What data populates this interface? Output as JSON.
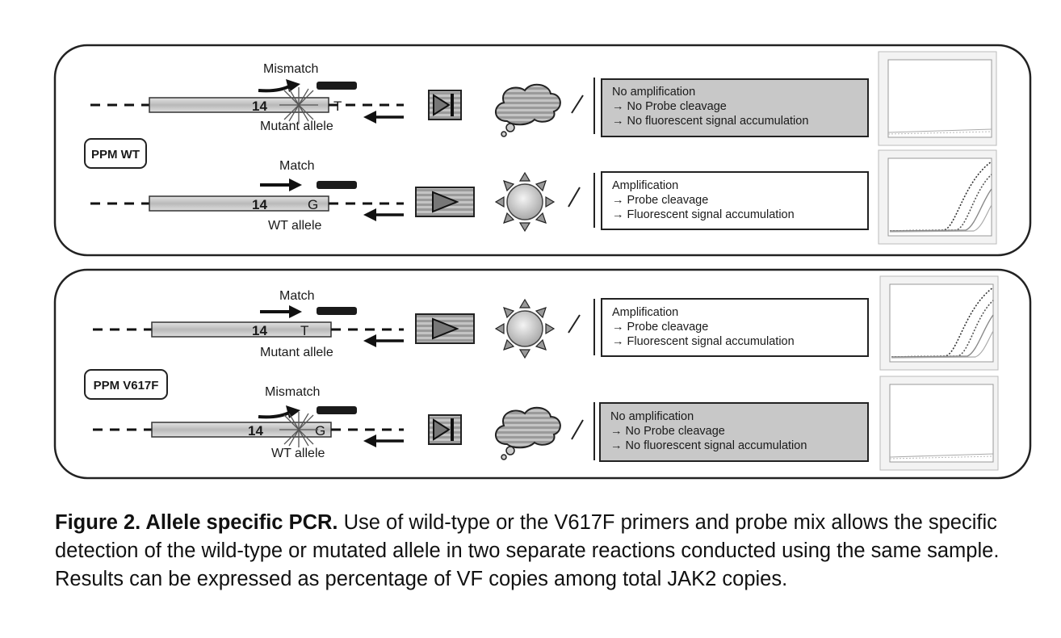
{
  "panels": [
    {
      "tag": "PPM WT",
      "rows": [
        {
          "primer_label": "Mismatch",
          "exon": "14",
          "base": "T",
          "allele_label": "Mutant allele",
          "result": [
            "No amplification",
            "→ No Probe cleavage",
            "→ No fluorescent signal accumulation"
          ],
          "amplified": false
        },
        {
          "primer_label": "Match",
          "exon": "14",
          "base": "G",
          "allele_label": "WT allele",
          "result": [
            "Amplification",
            "→ Probe cleavage",
            "→ Fluorescent signal accumulation"
          ],
          "amplified": true
        }
      ]
    },
    {
      "tag": "PPM V617F",
      "rows": [
        {
          "primer_label": "Match",
          "exon": "14",
          "base": "T",
          "allele_label": "Mutant allele",
          "result": [
            "Amplification",
            "→ Probe cleavage",
            "→ Fluorescent signal accumulation"
          ],
          "amplified": true
        },
        {
          "primer_label": "Mismatch",
          "exon": "14",
          "base": "G",
          "allele_label": "WT allele",
          "result": [
            "No amplification",
            "→ No Probe cleavage",
            "→ No fluorescent signal accumulation"
          ],
          "amplified": false
        }
      ]
    }
  ],
  "caption": {
    "title": "Figure 2. Allele specific PCR.",
    "body": " Use of wild-type or the V617F primers and probe mix allows the specific detection of the wild-type or mutated allele in two separate reactions conducted using the same sample. Results can be expressed as percentage of VF copies among total JAK2 copies."
  },
  "colors": {
    "amplified_box": "#ffffff",
    "not_amplified_box": "#c8c8c8",
    "bar_fill": "#cfcfcf"
  }
}
